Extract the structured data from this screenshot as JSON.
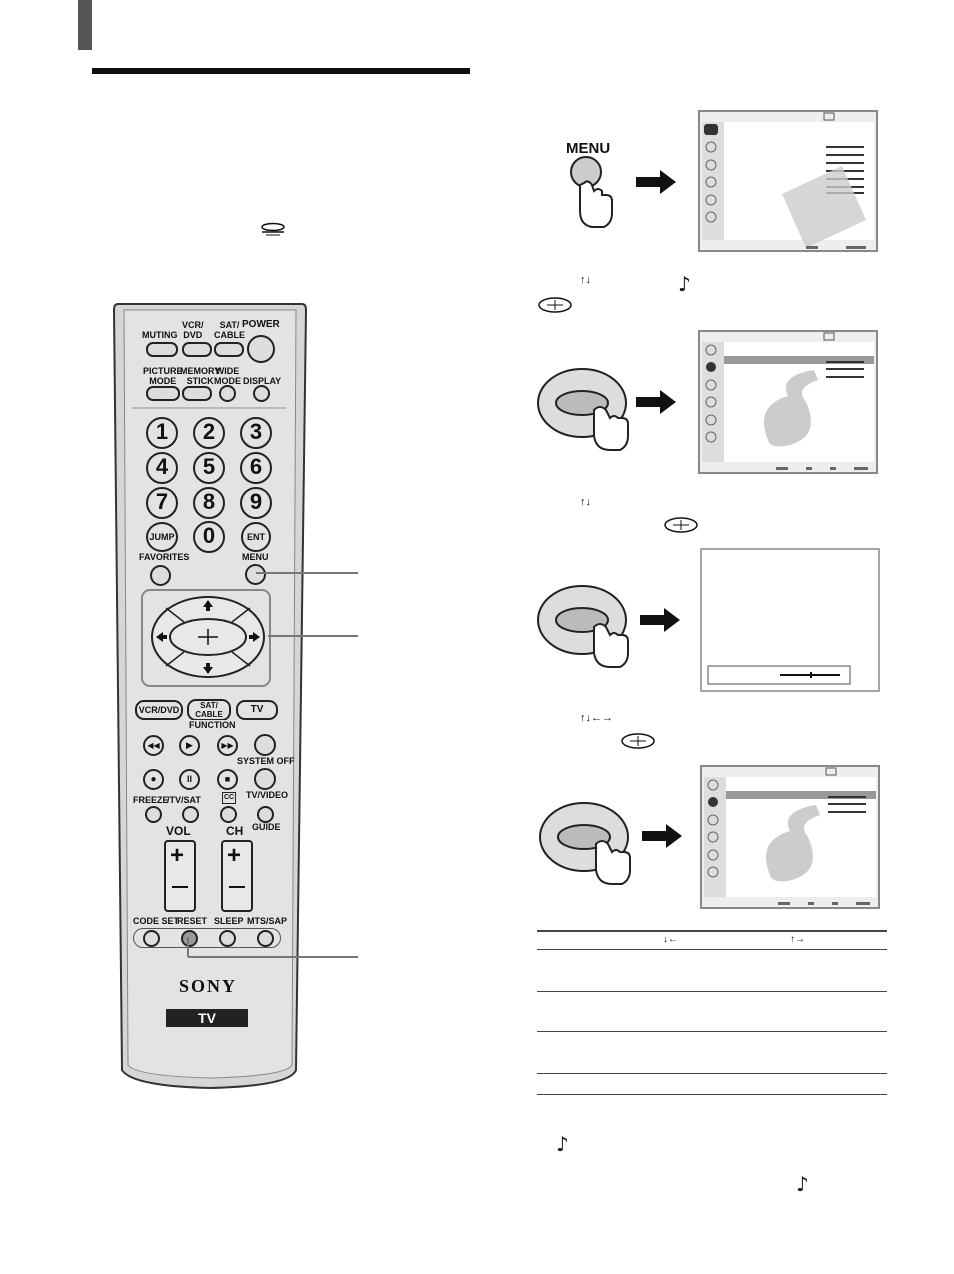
{
  "page": {
    "section_marker": ""
  },
  "remote": {
    "top_buttons": {
      "muting": "MUTING",
      "vcr_dvd": "VCR/\nDVD",
      "sat_cable": "SAT/\nCABLE",
      "power": "POWER"
    },
    "second_row": {
      "picture_mode": "PICTURE\nMODE",
      "memory_stick": "MEMORY\nSTICK",
      "wide_mode": "WIDE\nMODE",
      "display": "DISPLAY"
    },
    "digits": [
      "1",
      "2",
      "3",
      "4",
      "5",
      "6",
      "7",
      "8",
      "9",
      "0"
    ],
    "jump": "JUMP",
    "ent": "ENT",
    "favorites": "FAVORITES",
    "menu": "MENU",
    "function_buttons": {
      "vcr_dvd": "VCR/DVD",
      "sat_cable": "SAT/\nCABLE",
      "tv": "TV",
      "function_label": "FUNCTION"
    },
    "system_off": "SYSTEM OFF",
    "freeze": "FREEZE",
    "tv_sat": "/TV/SAT",
    "cc": "CC",
    "tv_video": "TV/VIDEO",
    "guide": "GUIDE",
    "vol": "VOL",
    "ch": "CH",
    "bottom_row": {
      "code_set": "CODE SET",
      "reset": "RESET",
      "sleep": "SLEEP",
      "mts_sap": "MTS/SAP"
    },
    "brand": "SONY",
    "tv_logo": "TV"
  },
  "steps": {
    "step1_button": "MENU",
    "osd_menu_btn": "MENU"
  },
  "icons": {
    "up_down_arrows": "↑↓",
    "all_arrows": "↑↓←→",
    "down_left": "↓←",
    "up_right": "↑→",
    "music_note": "music-note-icon",
    "select_button": "joystick-select-icon",
    "memory_stick": "memory-stick-icon"
  },
  "colors": {
    "accent": "#555555",
    "remote_body": "#d9d9d9",
    "osd_border": "#999999"
  }
}
